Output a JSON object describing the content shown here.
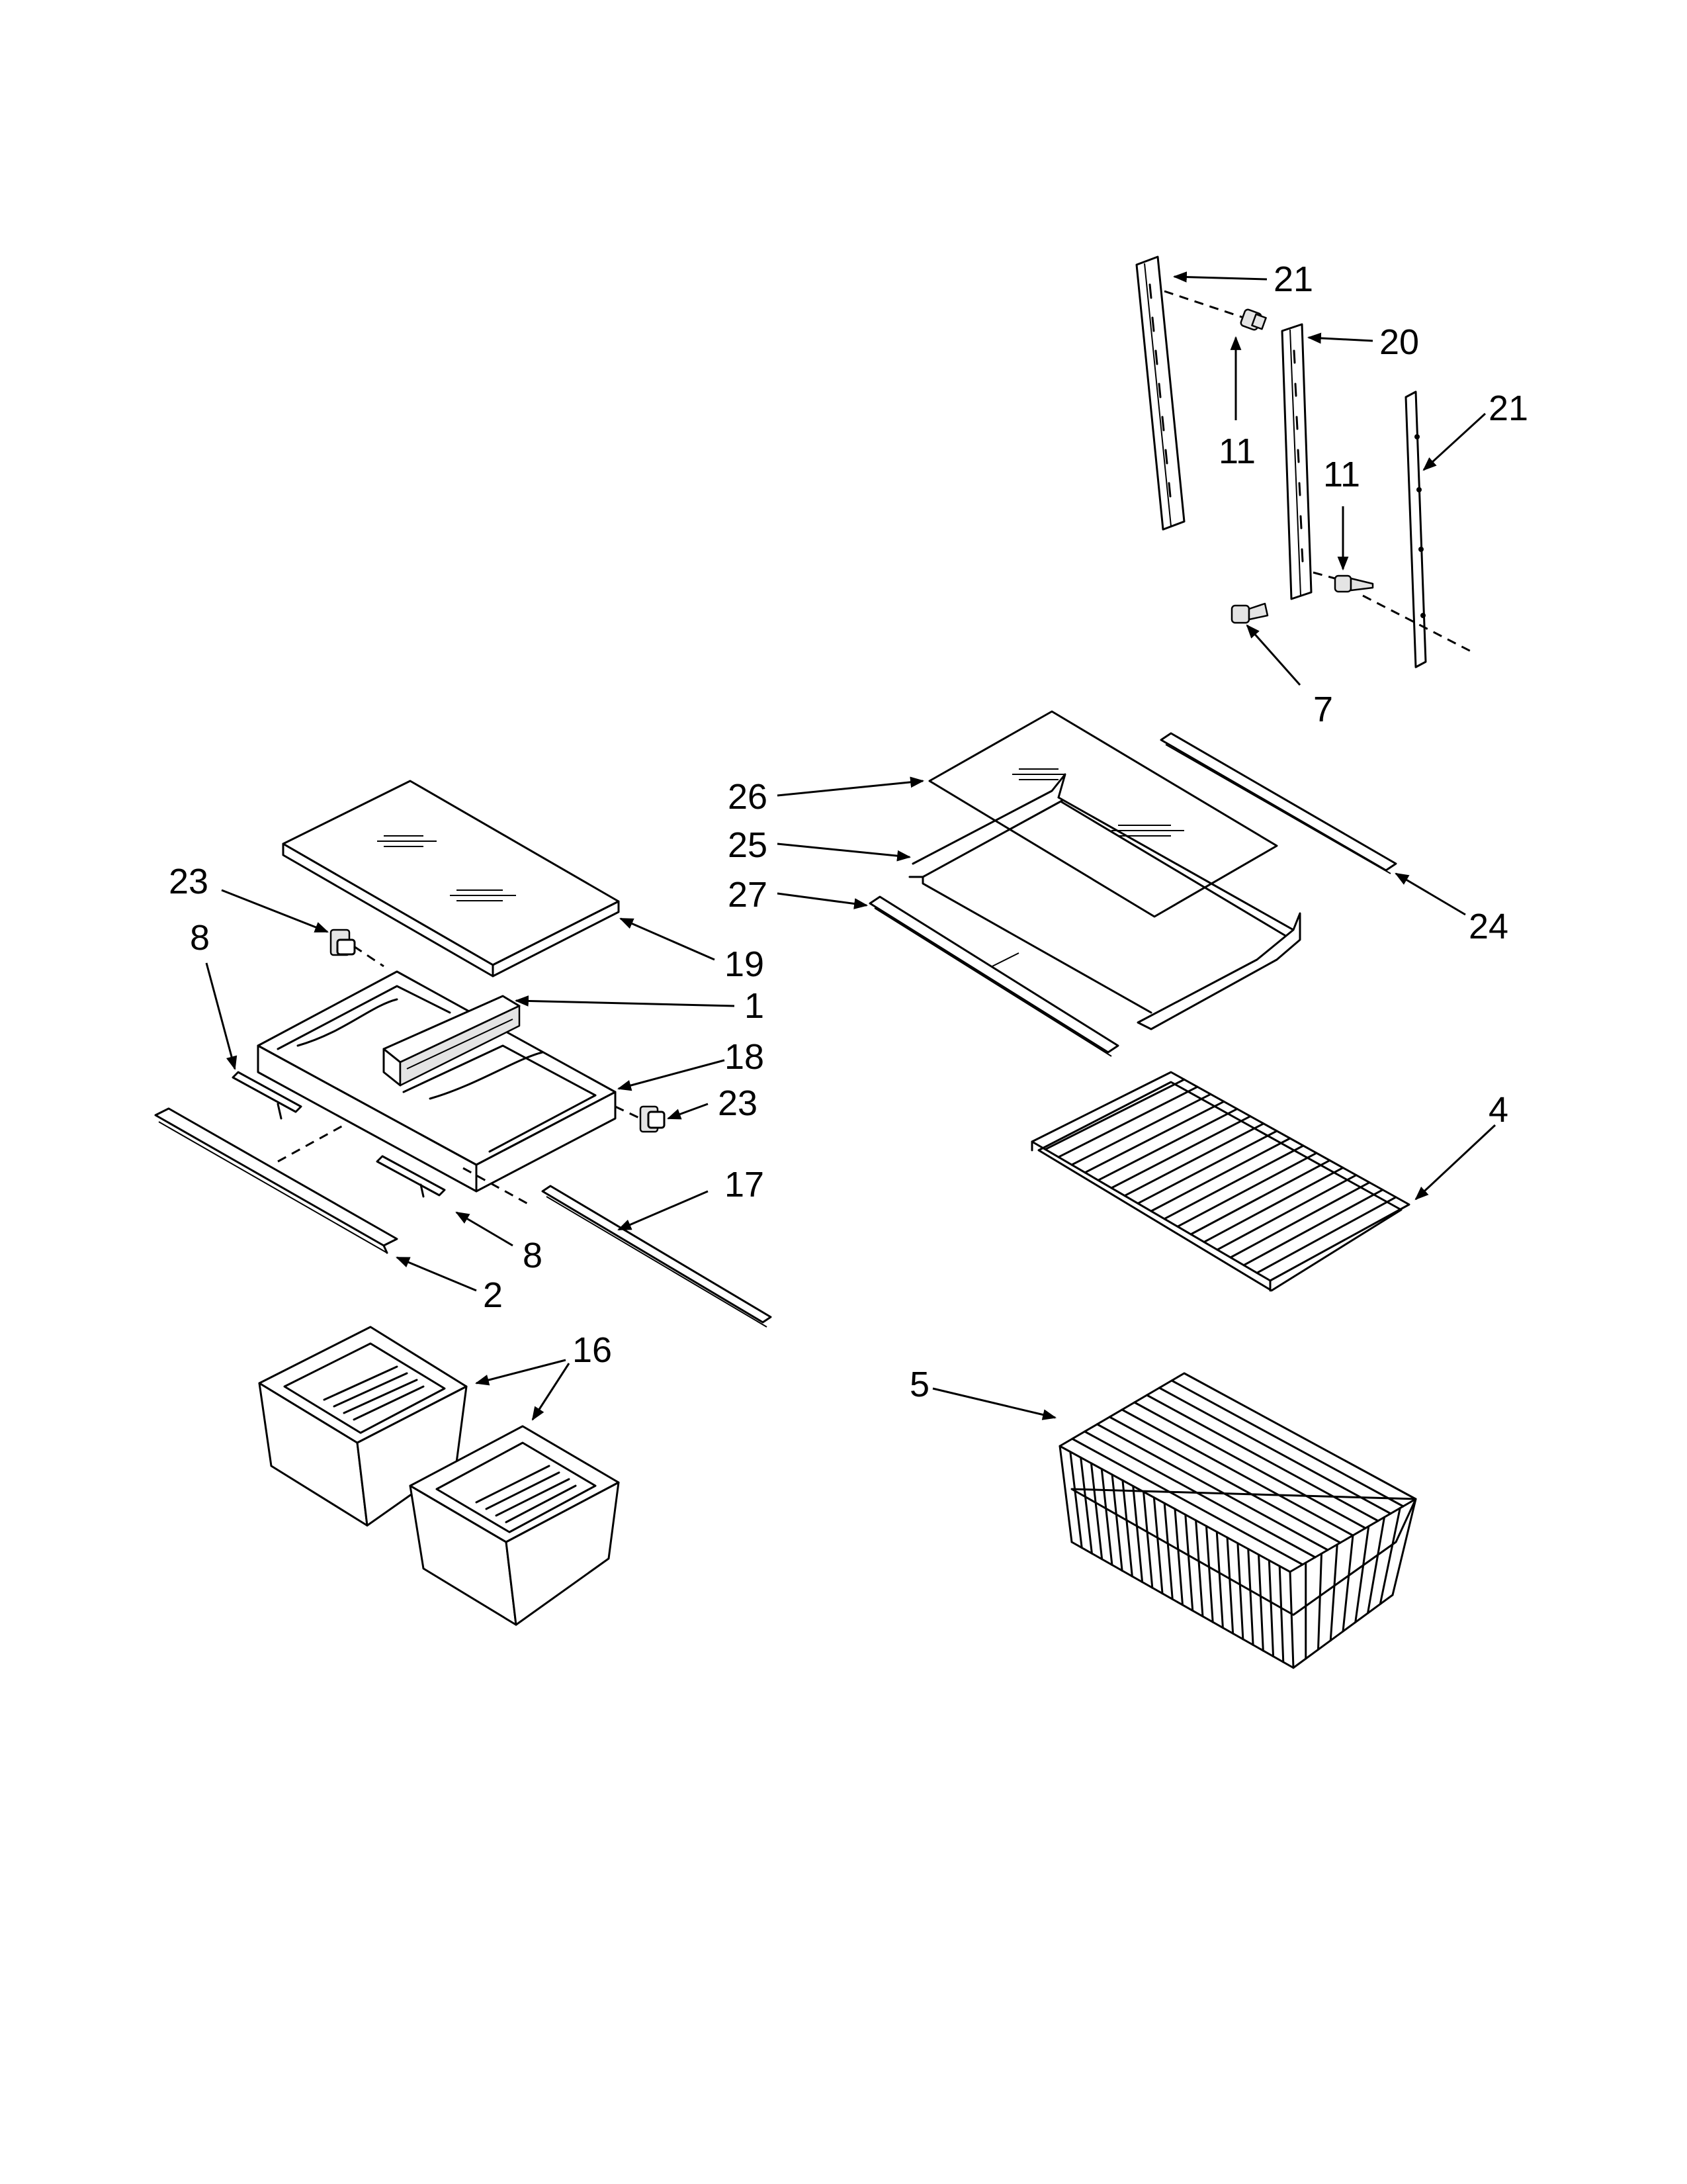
{
  "callouts": {
    "c21a": "21",
    "c20": "20",
    "c21b": "21",
    "c11a": "11",
    "c11b": "11",
    "c7": "7",
    "c26": "26",
    "c25": "25",
    "c27": "27",
    "c24": "24",
    "c4": "4",
    "c5": "5",
    "c23a": "23",
    "c8a": "8",
    "c19": "19",
    "c1": "1",
    "c18": "18",
    "c23b": "23",
    "c17": "17",
    "c8b": "8",
    "c2": "2",
    "c16": "16"
  },
  "icons": {
    "rail_icon": "shelf-rail-icon",
    "screw_icon": "screw-icon",
    "glass_shelf_icon": "glass-shelf-icon",
    "wire_shelf_icon": "wire-shelf-icon",
    "wire_basket_icon": "wire-basket-icon",
    "crisper_drawer_icon": "crisper-drawer-icon"
  }
}
